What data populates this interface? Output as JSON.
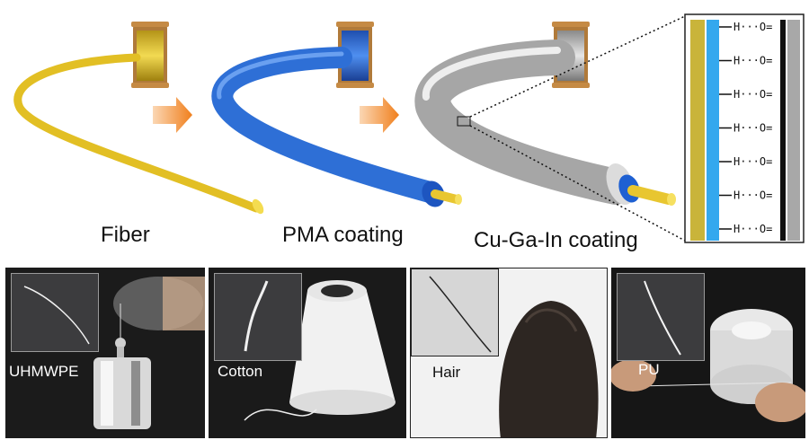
{
  "top": {
    "stages": [
      {
        "label": "Fiber"
      },
      {
        "label": "PMA coating"
      },
      {
        "label": "Cu-Ga-In coating"
      }
    ],
    "bond_rows": [
      "H···O=",
      "H···O=",
      "H···O=",
      "H···O=",
      "H···O=",
      "H···O=",
      "H···O="
    ],
    "colors": {
      "fiber": "#e8c630",
      "pma": "#2e6fd6",
      "metal": "#c8c8c8",
      "arrow": "#f08a28",
      "pma_layer": "#34a8ee"
    }
  },
  "photos": [
    {
      "label": "UHMWPE"
    },
    {
      "label": "Cotton"
    },
    {
      "label": "Hair"
    },
    {
      "label": "PU"
    }
  ]
}
